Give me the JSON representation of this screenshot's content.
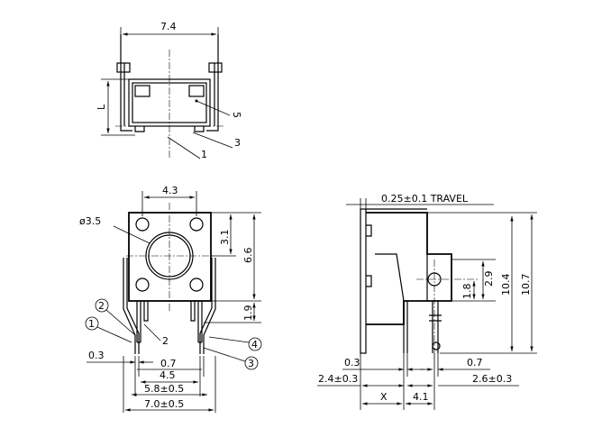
{
  "top_view": {
    "width_dim": "7.4",
    "height_dim": "L",
    "callout_5": "5",
    "callout_3": "3",
    "callout_1": "1"
  },
  "front_view": {
    "pitch_dim": "4.3",
    "diameter_label": "ø3.5",
    "dim_3_1": "3.1",
    "dim_6_6": "6.6",
    "dim_1_9": "1.9",
    "callout_2": "2",
    "pin_circle_1": "1",
    "pin_circle_2": "2",
    "pin_circle_3": "3",
    "pin_circle_4": "4",
    "dim_0_3": "0.3",
    "dim_0_7": "0.7",
    "dim_4_5": "4.5",
    "dim_5_8": "5.8±0.5",
    "dim_7_0": "7.0±0.5"
  },
  "side_view": {
    "travel_label": "0.25±0.1  TRAVEL",
    "dim_2_9": "2.9",
    "dim_1_8": "1.8",
    "dim_10_4": "10.4",
    "dim_10_7": "10.7",
    "dim_0_3": "0.3",
    "dim_0_7": "0.7",
    "dim_2_4": "2.4±0.3",
    "dim_2_6": "2.6±0.3",
    "dim_x": "X",
    "dim_4_1": "4.1"
  }
}
